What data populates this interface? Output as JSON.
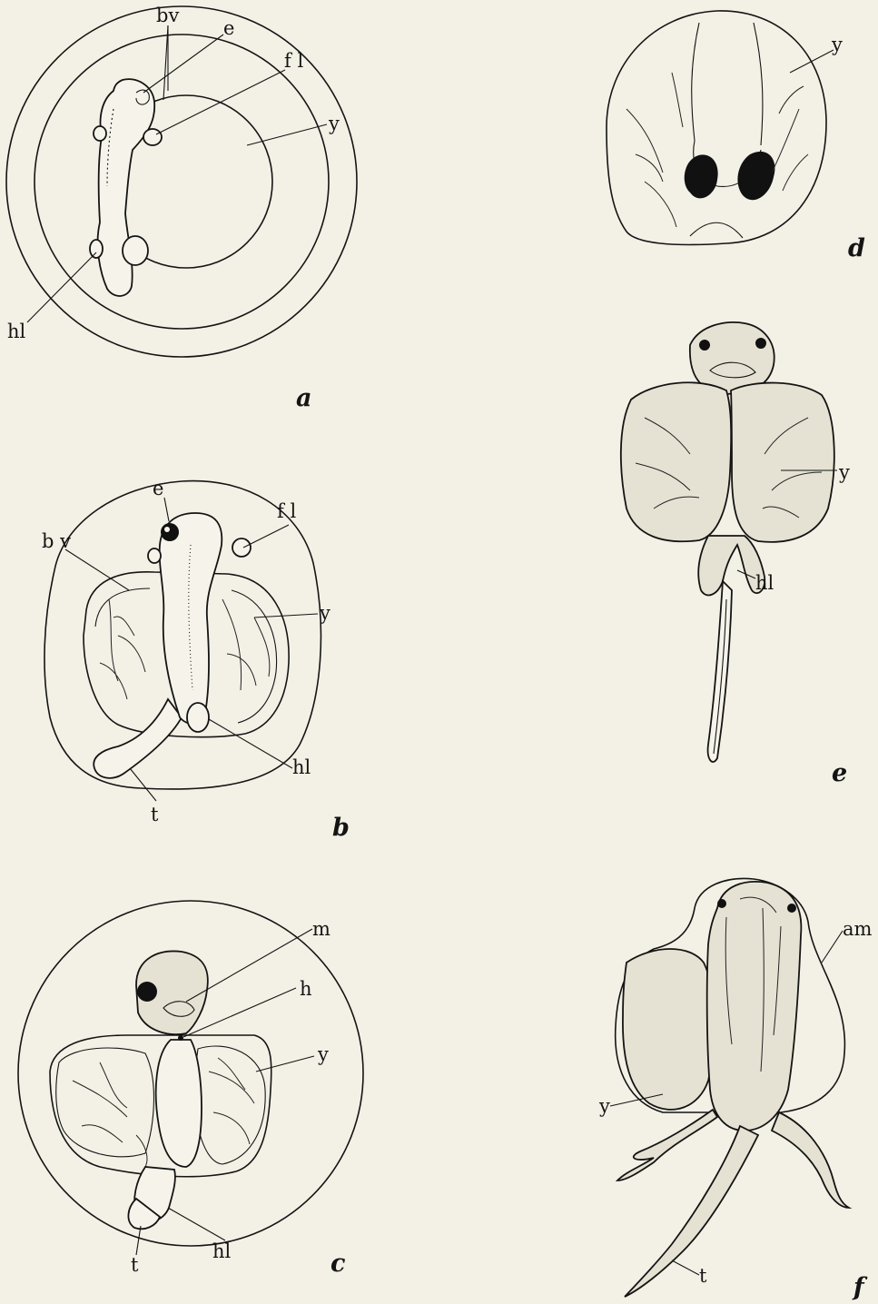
{
  "plate": {
    "panels": {
      "a": {
        "letter": "a",
        "labels": {
          "bv": "bv",
          "e": "e",
          "fl": "f l",
          "y": "y",
          "hl": "hl"
        }
      },
      "b": {
        "letter": "b",
        "labels": {
          "e": "e",
          "bv": "b v",
          "fl": "f l",
          "y": "y",
          "hl": "hl",
          "t": "t"
        }
      },
      "c": {
        "letter": "c",
        "labels": {
          "m": "m",
          "h": "h",
          "y": "y",
          "t": "t",
          "hl": "hl"
        }
      },
      "d": {
        "letter": "d",
        "labels": {
          "y": "y"
        }
      },
      "e": {
        "letter": "e",
        "labels": {
          "y": "y",
          "hl": "hl"
        }
      },
      "f": {
        "letter": "f",
        "labels": {
          "am": "am",
          "y": "y",
          "t": "t"
        }
      }
    }
  }
}
